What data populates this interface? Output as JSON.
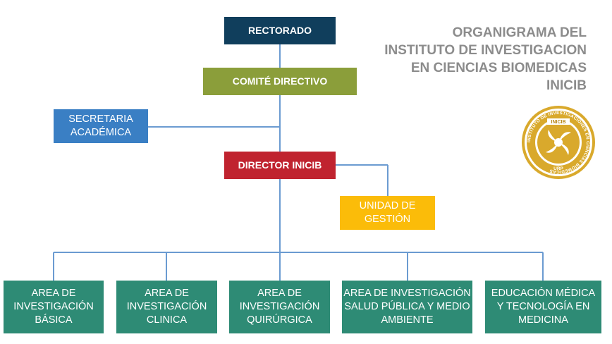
{
  "title": {
    "lines": [
      "ORGANIGRAMA DEL",
      "INSTITUTO DE INVESTIGACION",
      "EN CIENCIAS BIOMEDICAS",
      "INICIB"
    ]
  },
  "nodes": {
    "rectorado": "RECTORADO",
    "comite": "COMITÉ DIRECTIVO",
    "secretaria": "SECRETARIA\nACADÉMICA",
    "director": "DIRECTOR INICIB",
    "unidad": "UNIDAD DE\nGESTIÓN",
    "areas": [
      "AREA DE\nINVESTIGACIÓN\nBÁSICA",
      "AREA DE\nINVESTIGACIÓN\nCLINICA",
      "AREA DE\nINVESTIGACIÓN\nQUIRÚRGICA",
      "AREA DE INVESTIGACIÓN\nSALUD PÚBLICA Y MEDIO\nAMBIENTE",
      "EDUCACIÓN MÉDICA\nY TECNOLOGÍA EN\nMEDICINA"
    ]
  },
  "seal": {
    "ring_text": "INSTITUTO DE INVESTIGACIONES EN CIENCIAS BIOMÉDICAS",
    "top_label": "INICIB",
    "bottom_label": "URP"
  },
  "colors": {
    "rectorado": "#103e5c",
    "comite": "#8b9e3a",
    "secretaria": "#3a7fc4",
    "director": "#c0232f",
    "unidad": "#fbbc09",
    "areas": "#2e8b75",
    "connector": "#6b9bd1",
    "seal_gold": "#d9a92c"
  }
}
